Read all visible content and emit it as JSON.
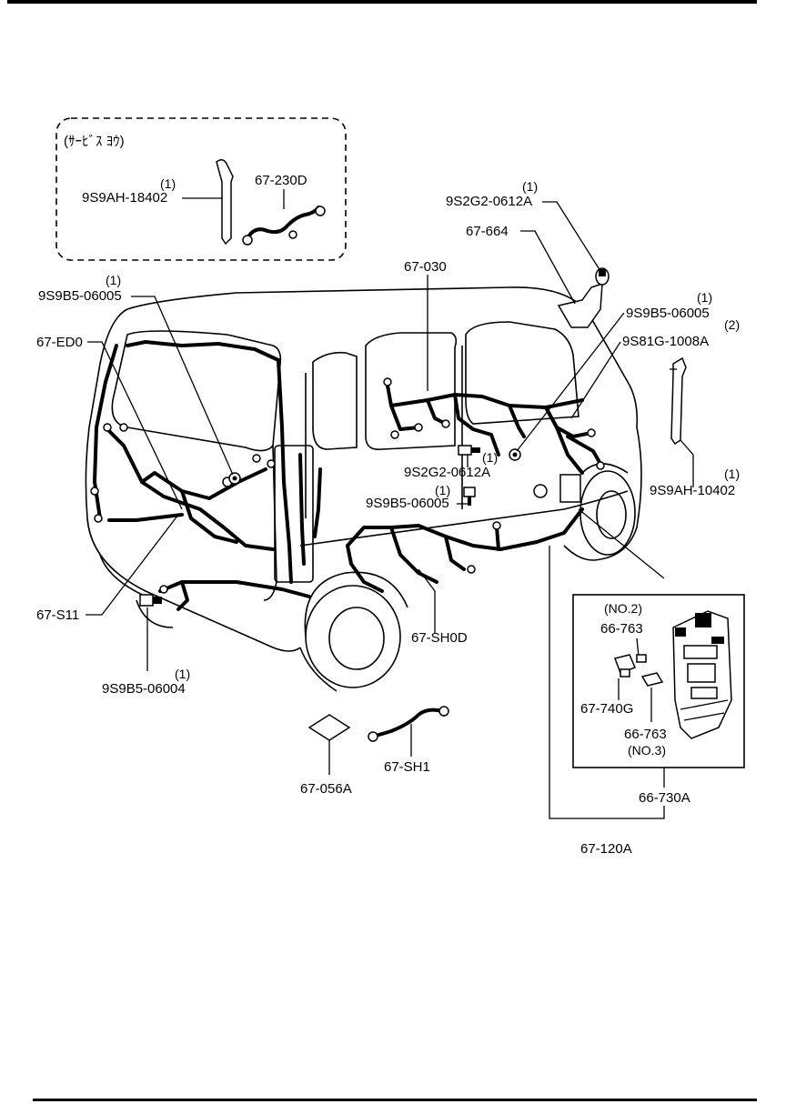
{
  "service_box": {
    "title": "(ｻｰﾋﾞｽ ﾖｳ)",
    "part_a_qty": "(1)",
    "part_a": "9S9AH-18402",
    "part_b": "67-230D"
  },
  "labels": {
    "p_9s2g2_top_qty": "(1)",
    "p_9s2g2_top": "9S2G2-0612A",
    "p_67_664": "67-664",
    "p_67_030": "67-030",
    "p_9s9b5_right_qty": "(1)",
    "p_9s9b5_right": "9S9B5-06005",
    "p_9s81g_qty": "(2)",
    "p_9s81g": "9S81G-1008A",
    "p_9s9b5_left_qty": "(1)",
    "p_9s9b5_left": "9S9B5-06005",
    "p_67_ed0": "67-ED0",
    "p_9s2g2_mid_qty": "(1)",
    "p_9s2g2_mid": "9S2G2-0612A",
    "p_9s9b5_mid_qty": "(1)",
    "p_9s9b5_mid": "9S9B5-06005",
    "p_9s9ah_right_qty": "(1)",
    "p_9s9ah_right": "9S9AH-10402",
    "p_67_s11": "67-S11",
    "p_67_sh0d": "67-SH0D",
    "p_9s9b5_bottom_qty": "(1)",
    "p_9s9b5_bottom": "9S9B5-06004",
    "p_67_056a": "67-056A",
    "p_67_sh1": "67-SH1",
    "p_66_730a": "66-730A",
    "p_67_120a": "67-120A"
  },
  "detail_box": {
    "no2": "(NO.2)",
    "p_66_763_a": "66-763",
    "p_67_740g": "67-740G",
    "p_66_763_b": "66-763",
    "no3": "(NO.3)"
  }
}
